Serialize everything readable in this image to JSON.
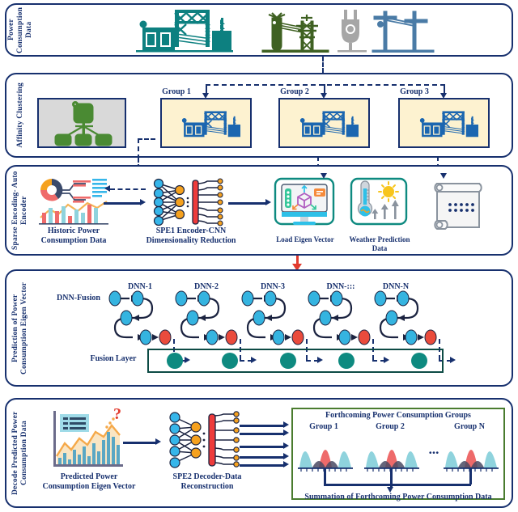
{
  "figure": {
    "type": "architecture-pipeline-diagram",
    "title": "Power consumption forecasting pipeline"
  },
  "panels": [
    {
      "id": "power-consumption-data",
      "label": "Power Consumption Data"
    },
    {
      "id": "affinity-clustering",
      "label": "Affinity Clustering"
    },
    {
      "id": "sparse-encoding",
      "label": "Sparse Encoding- Auto Encoder"
    },
    {
      "id": "prediction",
      "label": "Prediction of Power Consumption Eigen Vector"
    },
    {
      "id": "decode",
      "label": "Decode Predicted Power Consumption Data"
    }
  ],
  "panel1": {
    "icons": [
      {
        "name": "substation-icon",
        "color": "#0d8080"
      },
      {
        "name": "transmission-tower-icon",
        "color": "#3f6122"
      },
      {
        "name": "power-plug-icon",
        "color": "#a6a6a6"
      },
      {
        "name": "utility-pole-icon",
        "color": "#4a7ba6"
      }
    ]
  },
  "panel2": {
    "cluster_icon": {
      "name": "affinity-cluster-icon",
      "color": "#4a8a33"
    },
    "groups": [
      {
        "label": "Group 1"
      },
      {
        "label": "Group 2"
      },
      {
        "label": "Group 3"
      }
    ],
    "group_fill": "#fdf2d0",
    "group_icon_color": "#1b66b0"
  },
  "panel3": {
    "items": [
      {
        "name": "historic-data-icon",
        "label": "Historic Power Consumption Data"
      },
      {
        "name": "spe1-encoder-icon",
        "label": "SPE1 Encoder-CNN Dimensionality Reduction"
      },
      {
        "name": "load-eigen-vector-icon",
        "label": "Load Eigen Vector"
      },
      {
        "name": "weather-prediction-icon",
        "label": "Weather Prediction Data"
      },
      {
        "name": "scroll-document-icon",
        "label": ""
      }
    ],
    "encoder": {
      "input_nodes": 5,
      "hidden_nodes": 3,
      "output_nodes": 7,
      "input_color": "#36b6ea",
      "hidden_color": "#f5a11e",
      "bar_color": "#ee3b3b"
    }
  },
  "panel4": {
    "fusion_label": "DNN-Fusion",
    "fusion_layer_label": "Fusion Layer",
    "dnn_blocks": [
      {
        "label": "DNN-1"
      },
      {
        "label": "DNN-2"
      },
      {
        "label": "DNN-3"
      },
      {
        "label": "DNN-:::"
      },
      {
        "label": "DNN-N"
      }
    ],
    "node_color": "#35b4e0",
    "output_node_color": "#ea4b3c",
    "fusion_node_color": "#0e8a80",
    "fusion_nodes": 5
  },
  "panel5": {
    "predicted_label": "Predicted Power Consumption Eigen Vector",
    "decoder_label": "SPE2 Decoder-Data Reconstruction",
    "output_title": "Forthcoming Power Consumption Groups",
    "summation_label": "Summation of Forthcoming Power Consumption Data",
    "ellipsis": "...",
    "groups": [
      {
        "label": "Group 1"
      },
      {
        "label": "Group 2"
      },
      {
        "label": "Group N"
      }
    ],
    "decoder": {
      "input_nodes": 5,
      "hidden_nodes": 3,
      "output_nodes": 7
    },
    "dist_colors": {
      "side": "#8fd3dd",
      "center": "#ee6a6a",
      "overlap": "#4a4a63"
    }
  },
  "colors": {
    "panel_border": "#17306e",
    "arrow": "#17306e",
    "red_arrow": "#e23b2e",
    "teal": "#0d8080",
    "green": "#3f6122",
    "gray": "#a6a6a6",
    "blue": "#4a7ba6"
  }
}
